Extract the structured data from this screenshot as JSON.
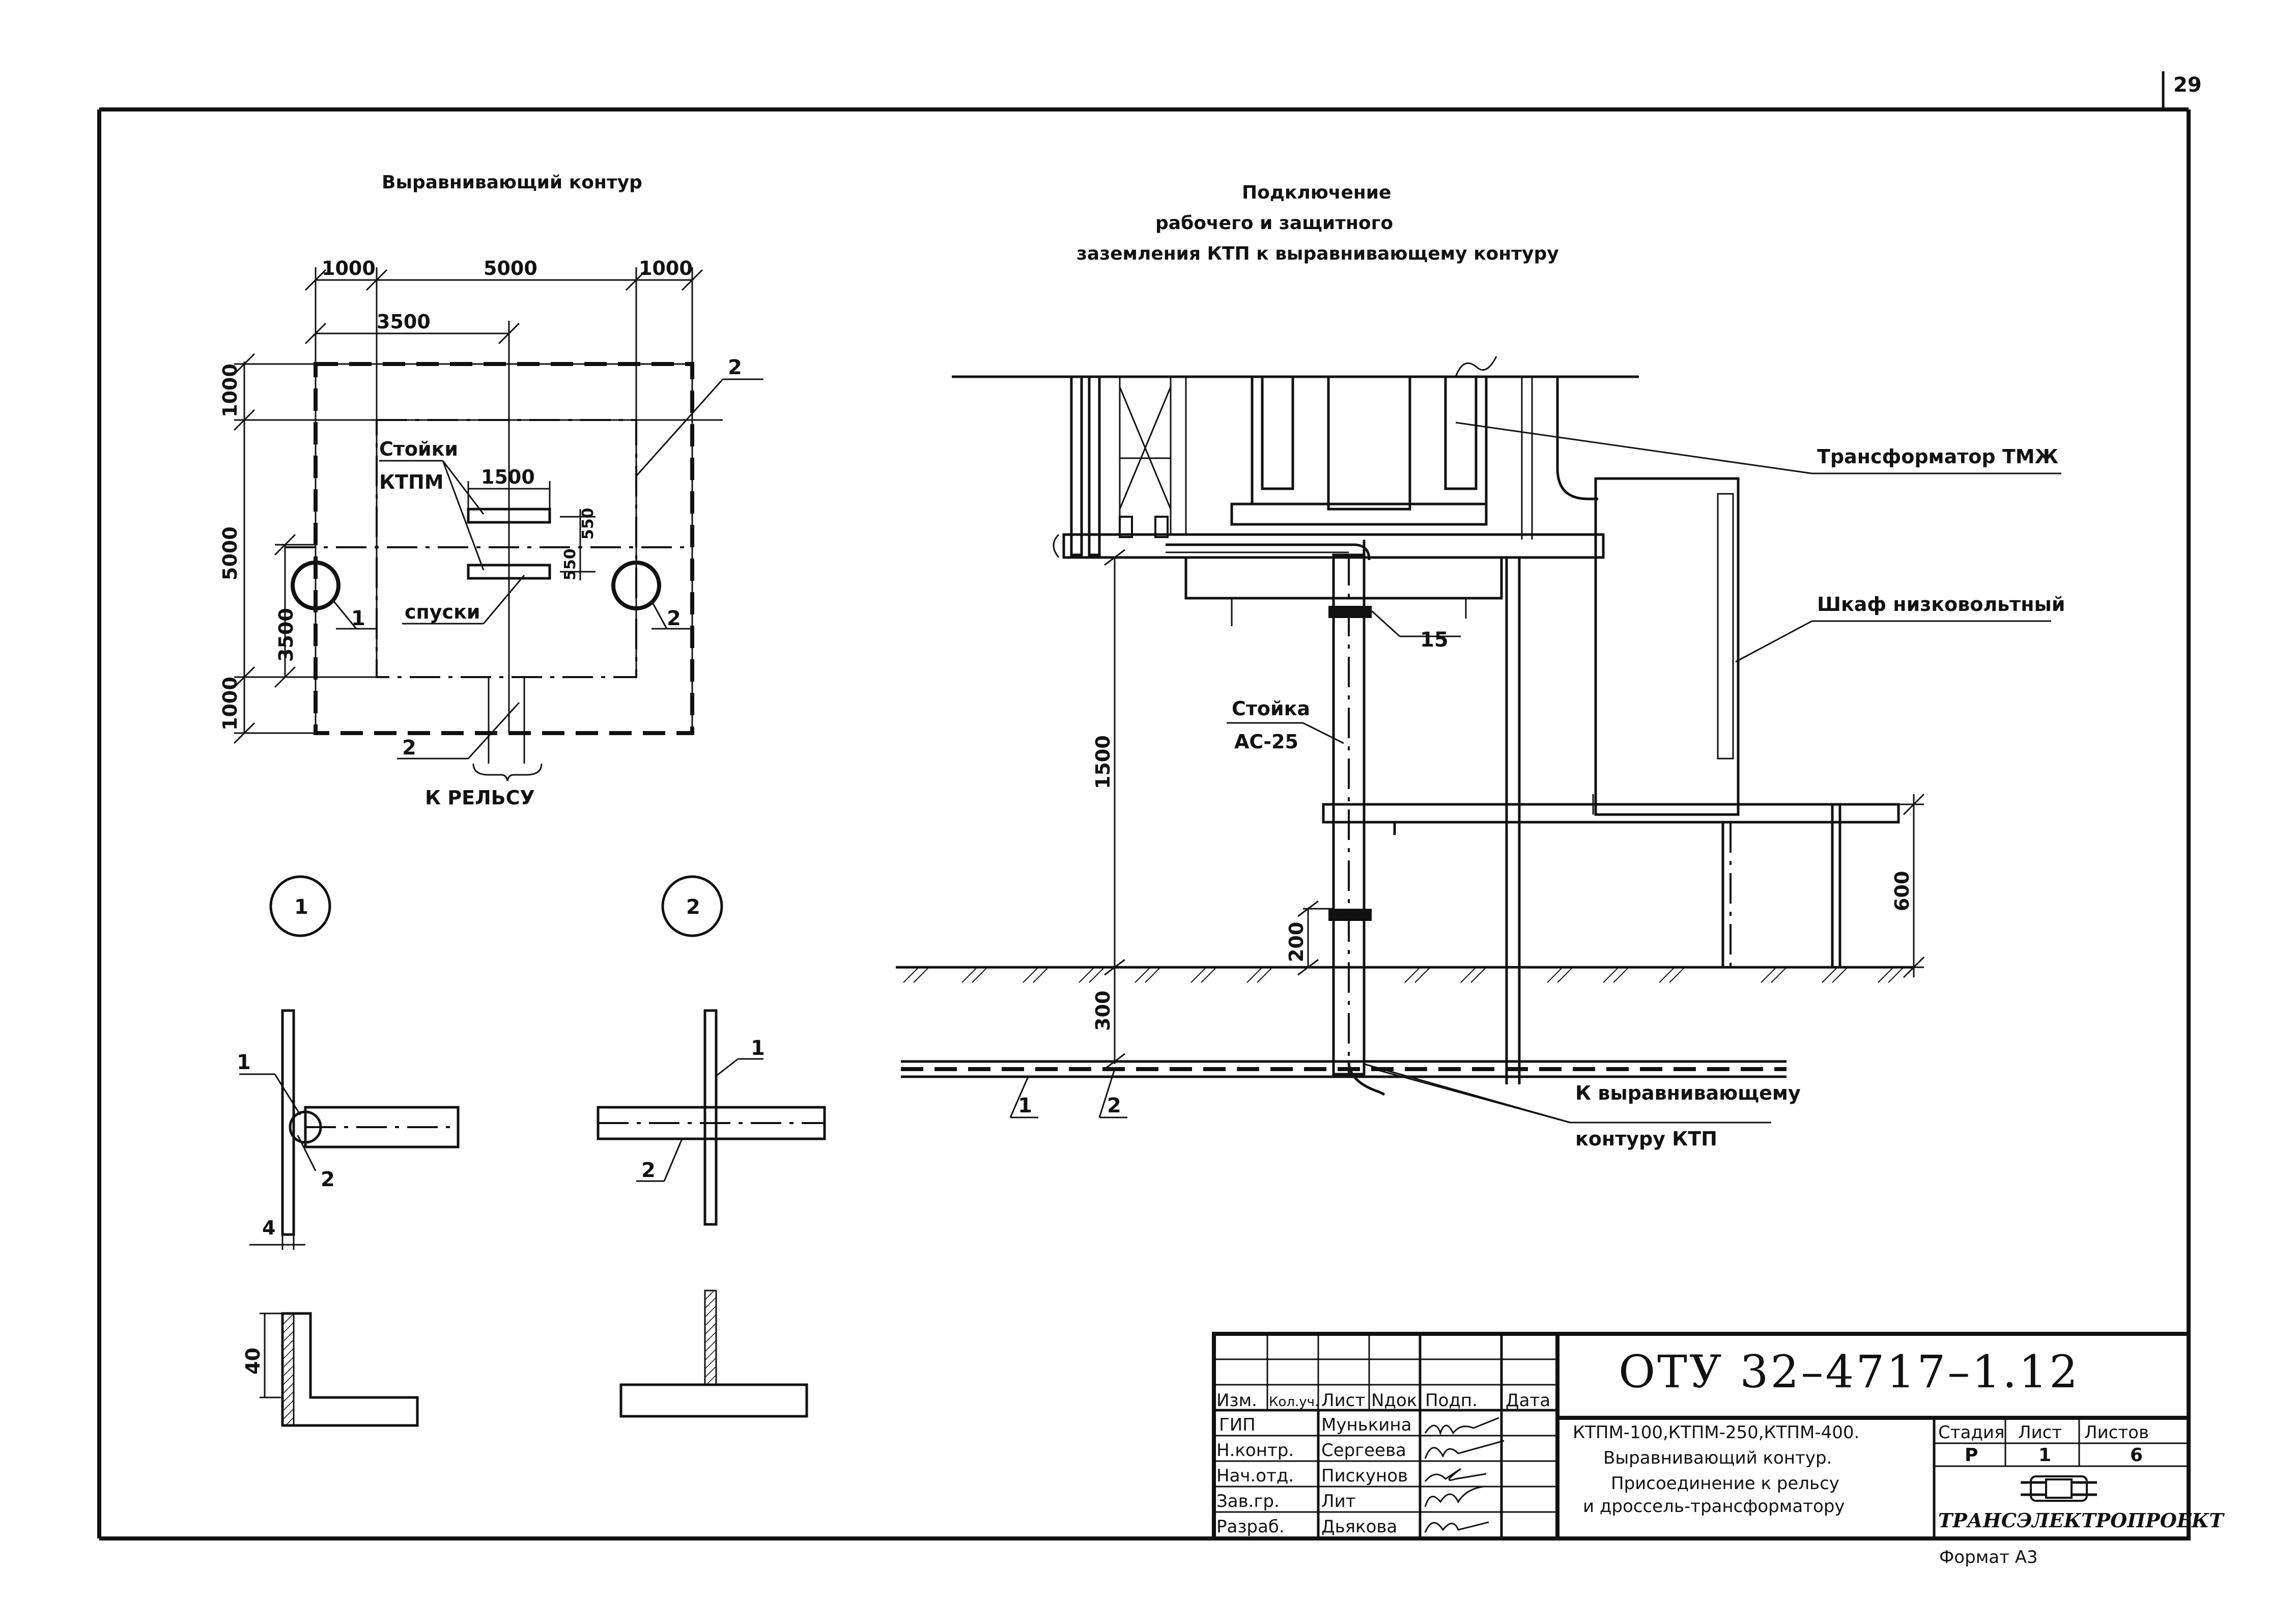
{
  "sheet_number": "29",
  "contour": {
    "title": "Выравнивающий контур",
    "dims": {
      "d1000a": "1000",
      "d5000": "5000",
      "d1000b": "1000",
      "d3500": "3500",
      "d1500": "1500",
      "v1000a": "1000",
      "v5000": "5000",
      "v3500": "3500",
      "v1000b": "1000",
      "v550a": "550",
      "v550b": "550"
    },
    "label_posts": "Стойки",
    "label_ktpm": "КТПМ",
    "label_drops": "спуски",
    "label_rail": "К РЕЛЬСУ",
    "callouts": {
      "c1": "1",
      "c2a": "2",
      "c2b": "2",
      "c2c": "2"
    }
  },
  "connection": {
    "title_line1": "Подключение",
    "title_line2": "рабочего и защитного",
    "title_line3": "заземления КТП к выравнивающему контуру",
    "transformer": "Трансформатор ТМЖ",
    "cabinet": "Шкаф низковольтный",
    "post_line1": "Стойка",
    "post_line2": "АС-25",
    "num15": "15",
    "to_contour_line1": "К выравнивающему",
    "to_contour_line2": "контуру КТП",
    "dims": {
      "d1500": "1500",
      "d200": "200",
      "d300": "300",
      "d600": "600"
    },
    "callouts": {
      "c1": "1",
      "c2": "2"
    }
  },
  "details": {
    "node1": "1",
    "node2": "2",
    "n1_c1": "1",
    "n1_c2": "2",
    "n1_dim4": "4",
    "n1_dim40": "40",
    "n2_c1": "1",
    "n2_c2": "2"
  },
  "title_block": {
    "code": "ОТУ 32–4717–1.12",
    "headers": [
      "Изм.",
      "Кол.уч.",
      "Лист",
      "Nдок.",
      "Подп.",
      "Дата"
    ],
    "rows": [
      {
        "role": "ГИП",
        "name": "Мунькина"
      },
      {
        "role": "Н.контр.",
        "name": "Сергеева"
      },
      {
        "role": "Нач.отд.",
        "name": "Пискунов"
      },
      {
        "role": "Зав.гр.",
        "name": "Лит"
      },
      {
        "role": "Разраб.",
        "name": "Дьякова"
      }
    ],
    "desc_line1": "КТПМ-100,КТПМ-250,КТПМ-400.",
    "desc_line2": "Выравнивающий контур.",
    "desc_line3": "Присоединение к рельсу",
    "desc_line4": "и дроссель-трансформатору",
    "stage_label": "Стадия",
    "sheet_label": "Лист",
    "sheets_label": "Листов",
    "stage_value": "Р",
    "sheet_value": "1",
    "sheets_value": "6",
    "org": "ТРАНСЭЛЕКТРОПРОЕКТ",
    "format": "Формат А3"
  }
}
